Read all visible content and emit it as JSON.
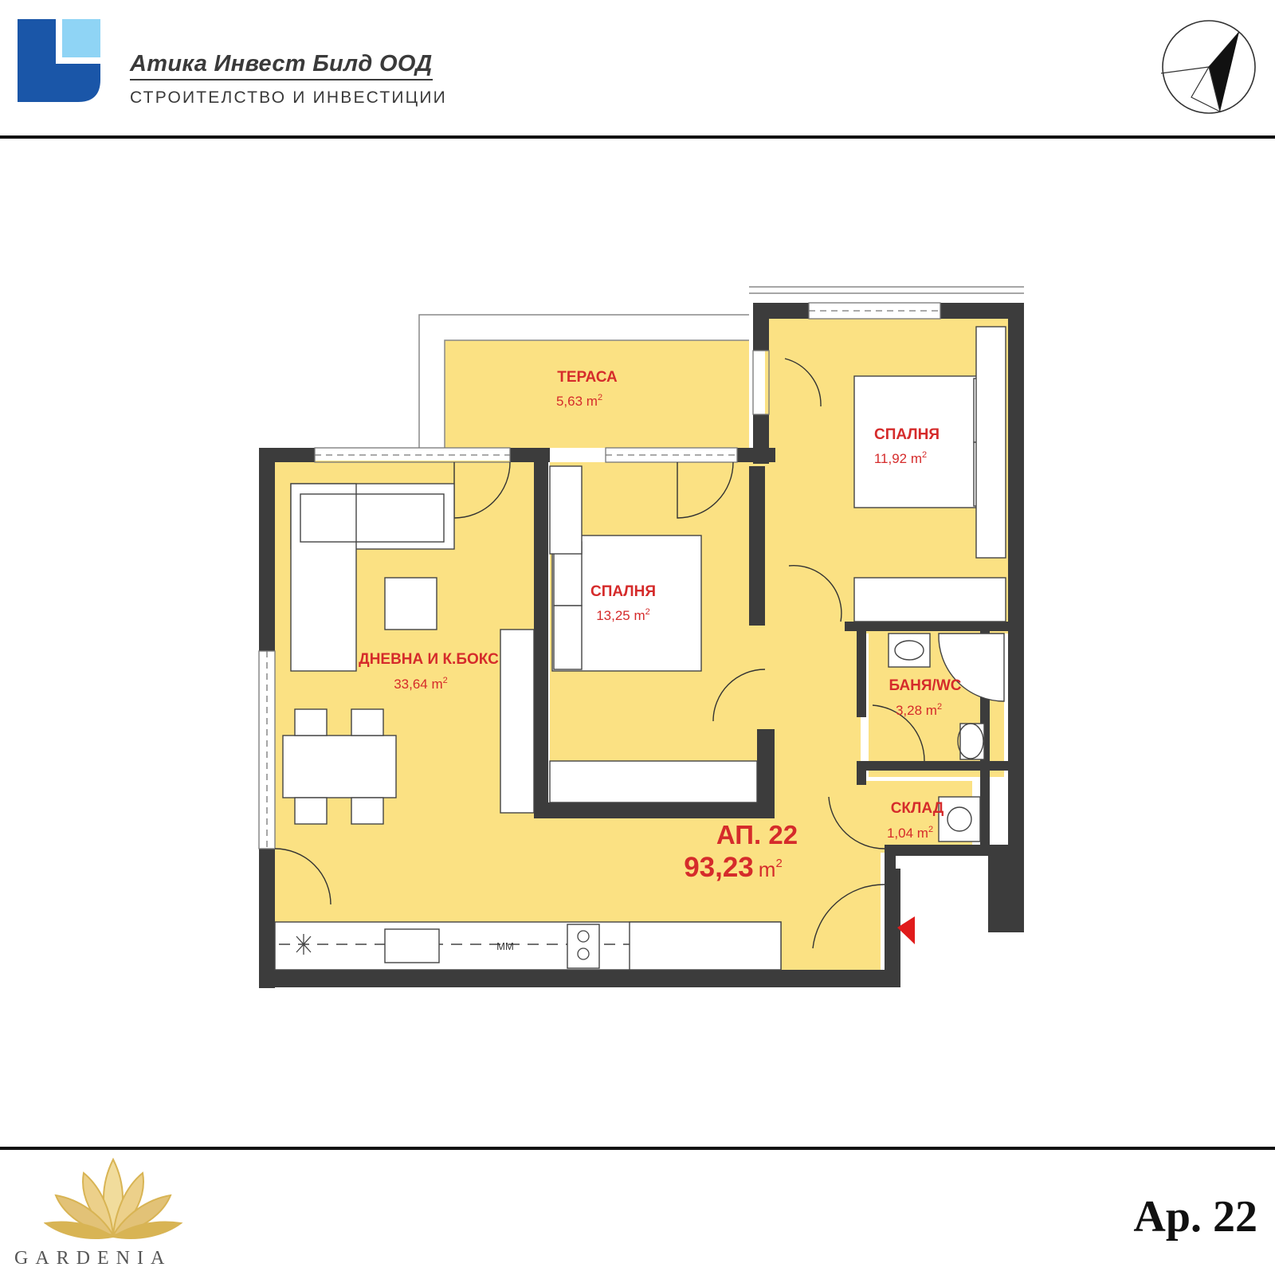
{
  "header": {
    "company_name": "Атика Инвест Билд ООД",
    "company_tagline": "СТРОИТЕЛСТВО И ИНВЕСТИЦИИ"
  },
  "plan": {
    "apartment_label": "АП. 22",
    "apartment_area": "93,23",
    "unit": "m",
    "unit_exp": "2",
    "rooms": [
      {
        "name": "ТЕРАСА",
        "area": "5,63"
      },
      {
        "name": "СПАЛНЯ",
        "area": "11,92"
      },
      {
        "name": "СПАЛНЯ",
        "area": "13,25"
      },
      {
        "name": "ДНЕВНА И К.БОКС",
        "area": "33,64"
      },
      {
        "name": "БАНЯ/WC",
        "area": "3,28"
      },
      {
        "name": "СКЛАД",
        "area": "1,04"
      }
    ],
    "kitchen_appliance_label": "ММ"
  },
  "footer": {
    "project_name": "GARDENIA",
    "apartment_tag": "Ap. 22"
  },
  "colors": {
    "floor": "#fbe183",
    "wall": "#3c3c3c",
    "label": "#d52b2b",
    "logo_dark": "#1a56a8",
    "logo_light": "#8fd4f5",
    "lotus": "#d8b454"
  }
}
